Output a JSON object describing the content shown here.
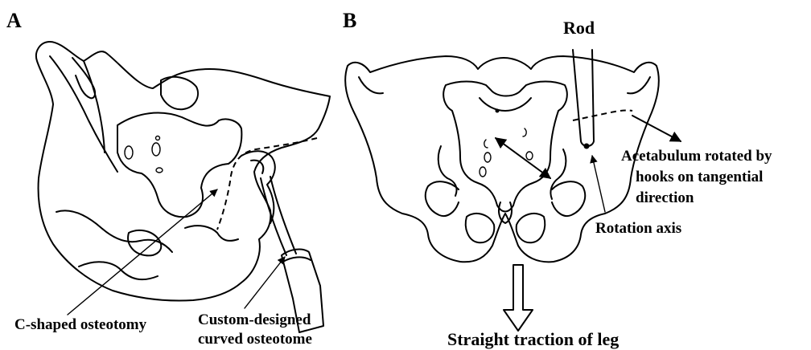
{
  "panels": {
    "a": {
      "letter": "A",
      "labels": {
        "c_shaped": "C-shaped osteotomy",
        "custom_line1": "Custom-designed",
        "custom_line2": "curved osteotome"
      }
    },
    "b": {
      "letter": "B",
      "labels": {
        "rod": "Rod",
        "acetabulum_line1": "Acetabulum rotated by",
        "acetabulum_line2": "hooks on tangential",
        "acetabulum_line3": "direction",
        "rotation_axis": "Rotation axis",
        "traction": "Straight traction of leg"
      }
    }
  }
}
